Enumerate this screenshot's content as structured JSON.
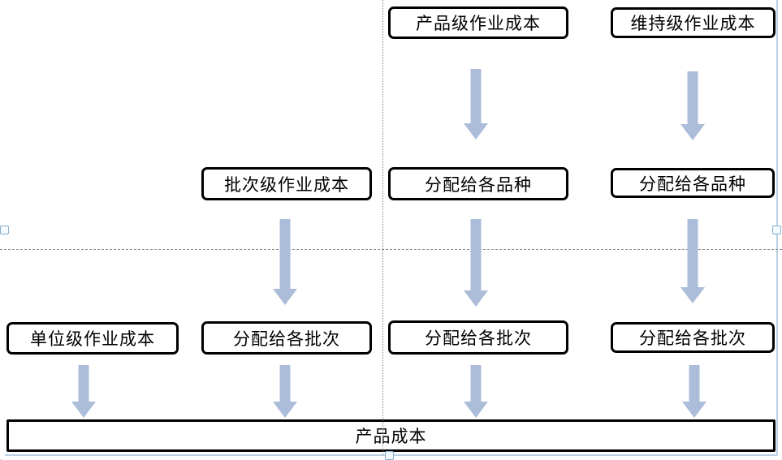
{
  "colors": {
    "box_border": "#000000",
    "arrow_fill": "#abbdd9",
    "guide_line": "#8a8a8a",
    "selection_outline": "#b9d0e3"
  },
  "diagram": {
    "boxes": [
      {
        "label": "产品级作业成本"
      },
      {
        "label": "维持级作业成本"
      },
      {
        "label": "批次级作业成本"
      },
      {
        "label": "分配给各品种"
      },
      {
        "label": "分配给各品种"
      },
      {
        "label": "单位级作业成本"
      },
      {
        "label": "分配给各批次"
      },
      {
        "label": "分配给各批次"
      },
      {
        "label": "分配给各批次"
      }
    ],
    "result_bar": {
      "label": "产品成本"
    }
  }
}
